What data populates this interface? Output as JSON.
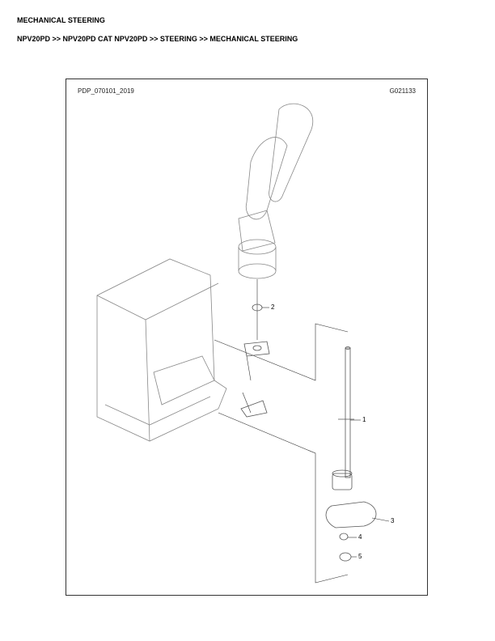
{
  "header": {
    "title": "MECHANICAL STEERING",
    "breadcrumb": "NPV20PD >> NPV20PD CAT NPV20PD >> STEERING >> MECHANICAL STEERING"
  },
  "diagram": {
    "drawing_id": "PDP_070101_2019",
    "figure_code": "G021133",
    "callouts": [
      "1",
      "2",
      "3",
      "4",
      "5"
    ]
  }
}
